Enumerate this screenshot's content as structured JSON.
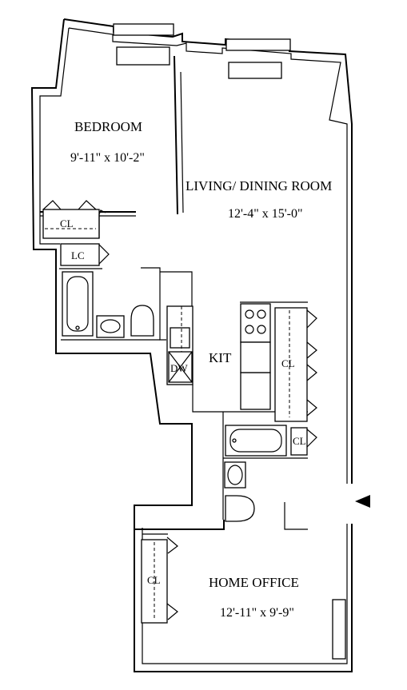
{
  "rooms": {
    "bedroom": {
      "name": "BEDROOM",
      "dims": "9'-11\" x 10'-2\""
    },
    "living": {
      "name": "LIVING/ DINING ROOM",
      "dims": "12'-4\" x 15'-0\""
    },
    "office": {
      "name": "HOME OFFICE",
      "dims": "12'-11\" x 9'-9\""
    },
    "kitchen": {
      "name": "KIT"
    }
  },
  "closets": {
    "bedroom_closet": "CL",
    "linen_closet": "LC",
    "kitchen_closet": "CL",
    "bath_closet": "CL",
    "office_closet": "CL"
  },
  "appliances": {
    "dishwasher": "DW"
  }
}
